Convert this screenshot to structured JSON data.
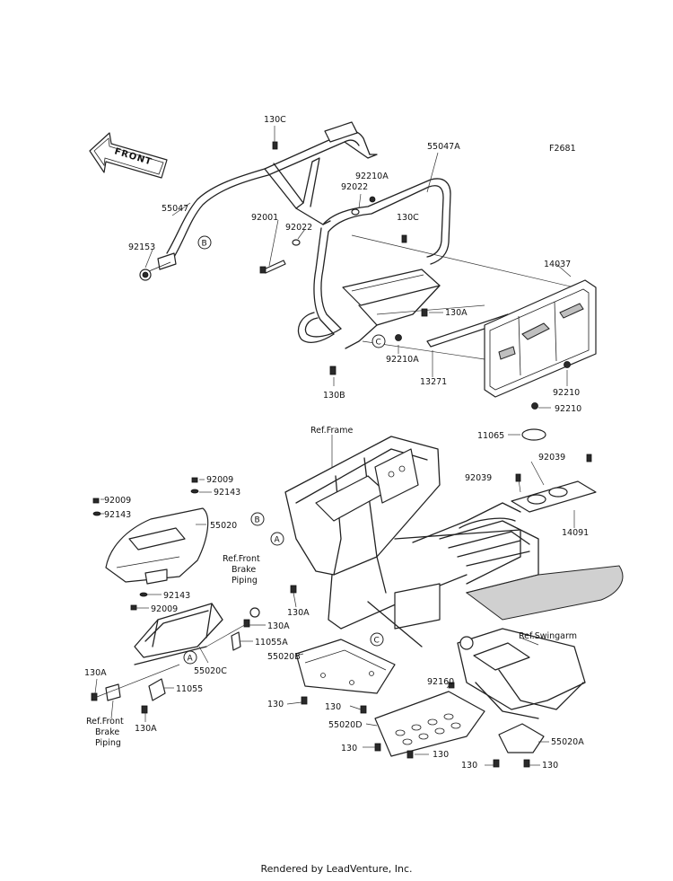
{
  "figure_code": "F2681",
  "footer": "Rendered by LeadVenture, Inc.",
  "front_label": "FRONT",
  "callout_letters": [
    "A",
    "B",
    "C"
  ],
  "labels": [
    {
      "id": "l-130c-top",
      "text": "130C"
    },
    {
      "id": "l-55047a",
      "text": "55047A"
    },
    {
      "id": "l-92210a-top",
      "text": "92210A"
    },
    {
      "id": "l-92022-a",
      "text": "92022"
    },
    {
      "id": "l-55047",
      "text": "55047"
    },
    {
      "id": "l-130c-mid",
      "text": "130C"
    },
    {
      "id": "l-92022-b",
      "text": "92022"
    },
    {
      "id": "l-92001",
      "text": "92001"
    },
    {
      "id": "l-92153",
      "text": "92153"
    },
    {
      "id": "l-14037",
      "text": "14037"
    },
    {
      "id": "l-130a-top",
      "text": "130A"
    },
    {
      "id": "l-92210a-bot",
      "text": "92210A"
    },
    {
      "id": "l-130b",
      "text": "130B"
    },
    {
      "id": "l-13271",
      "text": "13271"
    },
    {
      "id": "l-92210-a",
      "text": "92210"
    },
    {
      "id": "l-92210-b",
      "text": "92210"
    },
    {
      "id": "l-ref-frame",
      "text": "Ref.Frame"
    },
    {
      "id": "l-11065",
      "text": "11065"
    },
    {
      "id": "l-92039-a",
      "text": "92039"
    },
    {
      "id": "l-92039-b",
      "text": "92039"
    },
    {
      "id": "l-14091",
      "text": "14091"
    },
    {
      "id": "l-92009-a",
      "text": "92009"
    },
    {
      "id": "l-92143-a",
      "text": "92143"
    },
    {
      "id": "l-92009-b",
      "text": "92009"
    },
    {
      "id": "l-92143-b",
      "text": "92143"
    },
    {
      "id": "l-55020",
      "text": "55020"
    },
    {
      "id": "l-ref-front-brake-1",
      "text": "Ref.Front"
    },
    {
      "id": "l-ref-front-brake-2",
      "text": "Brake"
    },
    {
      "id": "l-ref-front-brake-3",
      "text": "Piping"
    },
    {
      "id": "l-92143-c",
      "text": "92143"
    },
    {
      "id": "l-92009-c",
      "text": "92009"
    },
    {
      "id": "l-130a-mid1",
      "text": "130A"
    },
    {
      "id": "l-130a-mid2",
      "text": "130A"
    },
    {
      "id": "l-11055a",
      "text": "11055A"
    },
    {
      "id": "l-55020b",
      "text": "55020B"
    },
    {
      "id": "l-ref-swingarm",
      "text": "Ref.Swingarm"
    },
    {
      "id": "l-55020c",
      "text": "55020C"
    },
    {
      "id": "l-130a-left",
      "text": "130A"
    },
    {
      "id": "l-11055",
      "text": "11055"
    },
    {
      "id": "l-130a-bot",
      "text": "130A"
    },
    {
      "id": "l-ref-front-brake-b1",
      "text": "Ref.Front"
    },
    {
      "id": "l-ref-front-brake-b2",
      "text": "Brake"
    },
    {
      "id": "l-ref-front-brake-b3",
      "text": "Piping"
    },
    {
      "id": "l-130-a",
      "text": "130"
    },
    {
      "id": "l-130-b",
      "text": "130"
    },
    {
      "id": "l-92160",
      "text": "92160"
    },
    {
      "id": "l-55020d",
      "text": "55020D"
    },
    {
      "id": "l-130-c",
      "text": "130"
    },
    {
      "id": "l-130-d",
      "text": "130"
    },
    {
      "id": "l-55020a",
      "text": "55020A"
    },
    {
      "id": "l-130-e",
      "text": "130"
    },
    {
      "id": "l-130-f",
      "text": "130"
    }
  ]
}
